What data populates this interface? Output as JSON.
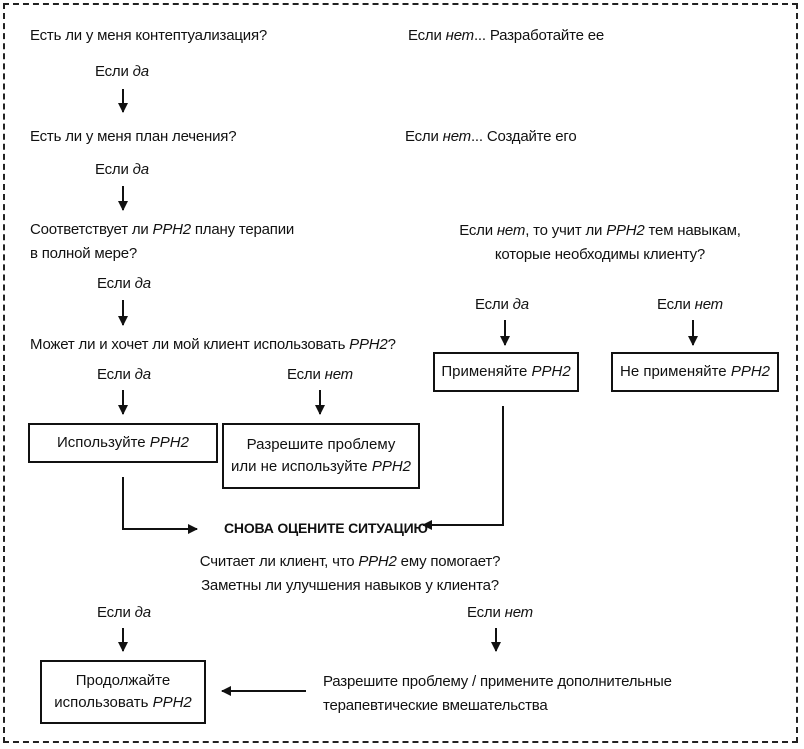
{
  "q1": {
    "text": "Есть ли у меня контептуализация?",
    "yes": "Если ",
    "yes_em": "да",
    "no": "Если ",
    "no_em": "нет",
    "no_tail": "... Разработайте ее"
  },
  "q2": {
    "text": "Есть ли у меня план лечения?",
    "yes": "Если ",
    "yes_em": "да",
    "no": "Если ",
    "no_em": "нет",
    "no_tail": "... Создайте его"
  },
  "q3": {
    "line1_a": "Соответствует ли ",
    "line1_em": "PPH2",
    "line1_b": " плану терапии",
    "line2": "в полной мере?",
    "yes": "Если ",
    "yes_em": "да"
  },
  "q3_no": {
    "line1_a": "Если ",
    "line1_em1": "нет",
    "line1_b": ", то учит ли ",
    "line1_em2": "PPH2",
    "line1_c": " тем навыкам,",
    "line2": "которые необходимы клиенту?",
    "yes": "Если ",
    "yes_em": "да",
    "no": "Если ",
    "no_em": "нет"
  },
  "apply_box": {
    "text": "Применяйте ",
    "em": "PPH2"
  },
  "dont_apply_box": {
    "text": "Не применяйте ",
    "em": "PPH2"
  },
  "q4": {
    "text_a": "Может ли и хочет ли мой клиент использовать ",
    "text_em": "PPH2",
    "text_b": "?",
    "yes": "Если ",
    "yes_em": "да",
    "no": "Если ",
    "no_em": "нет"
  },
  "use_box": {
    "text": "Используйте ",
    "em": "PPH2"
  },
  "resolve_box": {
    "line1": "Разрешите проблему",
    "line2_a": "или не используйте ",
    "line2_em": "PPH2"
  },
  "reassess": {
    "title": "СНОВА ОЦЕНИТЕ СИТУАЦИЮ",
    "line1_a": "Считает ли клиент, что ",
    "line1_em": "PPH2",
    "line1_b": " ему помогает?",
    "line2": "Заметны ли улучшения навыков у клиента?",
    "yes": "Если ",
    "yes_em": "да",
    "no": "Если ",
    "no_em": "нет"
  },
  "continue_box": {
    "line1": "Продолжайте",
    "line2_a": "использовать ",
    "line2_em": "PPH2"
  },
  "final_no": {
    "line1": "Разрешите проблему / примените дополнительные",
    "line2": "терапевтические вмешательства"
  }
}
